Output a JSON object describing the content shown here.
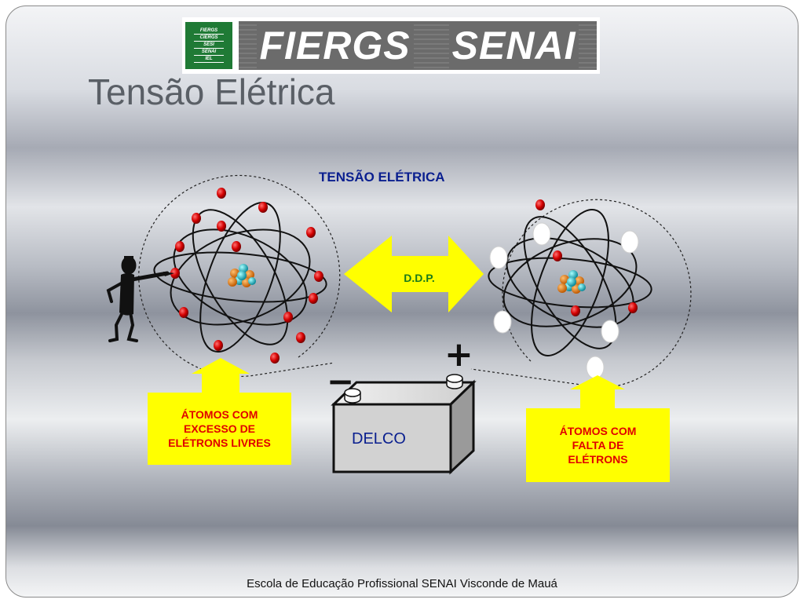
{
  "logo": {
    "badge_lines": [
      "FIERGS",
      "CIERGS",
      "SESI",
      "SENAI",
      "IEL"
    ],
    "brand_left": "FIERGS",
    "brand_right": "SENAI"
  },
  "slide_title": "Tensão Elétrica",
  "diagram": {
    "title": "TENSÃO ELÉTRICA",
    "ddp_label": "D.D.P.",
    "battery_label": "DELCO",
    "minus_sign": "−",
    "plus_sign": "+",
    "left_label": "ÁTOMOS COM\nEXCESSO DE\nELÉTRONS LIVRES",
    "right_label": "ÁTOMOS COM\nFALTA DE\nELÉTRONS"
  },
  "colors": {
    "title_blue": "#0a1f8f",
    "label_red": "#e00000",
    "label_yellow": "#ffff00",
    "ddp_green": "#1a7a1a",
    "electron_red": "#d40000",
    "hole_white": "#ffffff",
    "logo_green": "#1f7a35"
  },
  "footer": "Escola de Educação Profissional SENAI Visconde de Mauá"
}
